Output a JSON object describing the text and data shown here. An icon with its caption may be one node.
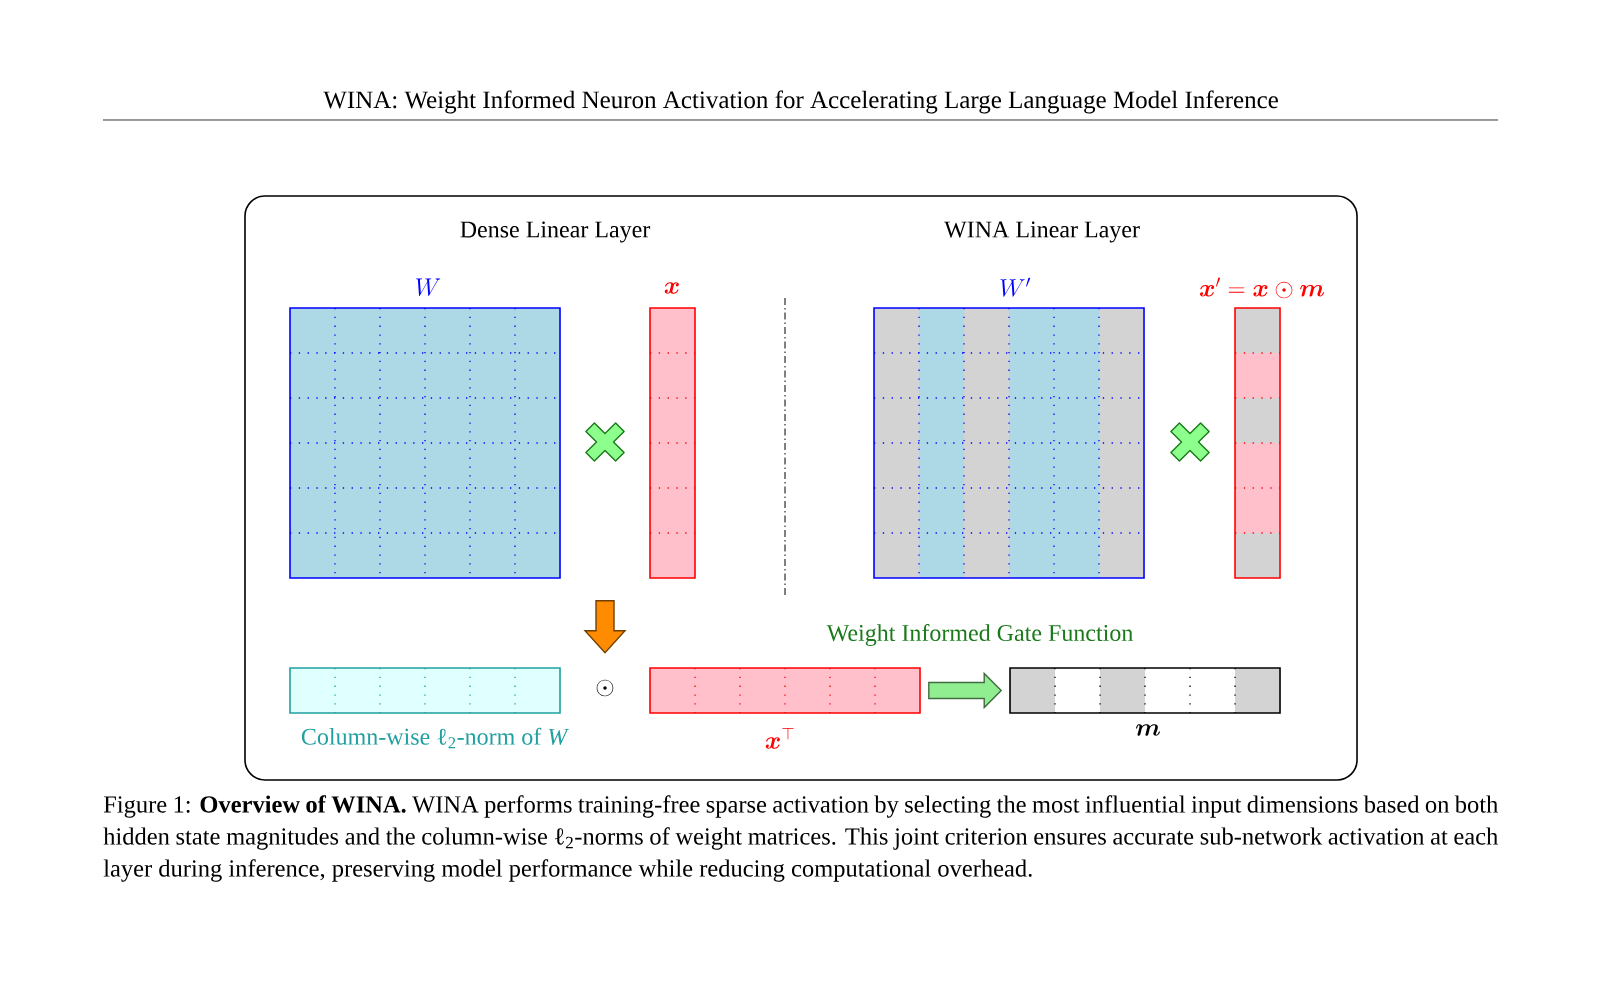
{
  "diagram": {
    "title": "WINA: Weight Informed Neuron Activation for Accelerating Large Language Model Inference",
    "caption": "Figure 1: **Overview of WINA.** WINA performs training-free sparse activation by selecting the most influential input dimensions based on both hidden state magnitudes and the column-wise ℓ$_{2}$-norms of weight matrices. This joint criterion ensures accurate sub-network activation at each layer during inference, preserving model performance while reducing computational overhead.",
    "nodes": [
      {
        "text": [
          "W"
        ]
      },
      {
        "text": [
          "\\boldsymbol{x}"
        ]
      },
      {
        "text": [
          "W'"
        ]
      },
      {
        "text": [
          "\\boldsymbol{x}' = \\boldsymbol{x} \\odot \\boldsymbol{m}"
        ]
      },
      {
        "text": [
          "Column-wise ℓ$_{2}$-norm of *W*"
        ]
      },
      {
        "text": [
          "\\odot"
        ]
      },
      {
        "text": [
          "\\boldsymbol{x}^\\top"
        ]
      },
      {
        "text": [
          "\\boldsymbol{m}"
        ]
      }
    ],
    "edges": [
      {
        "from": null,
        "to": 5,
        "arrow": "to",
        "style": "thick",
        "color": "#ff8c00"
      },
      {
        "from": 6,
        "to": 7,
        "arrow": "to",
        "label": "Weight Informed Gate Function",
        "style": "thick",
        "color": "#90ee90"
      }
    ],
    "labels": [
      "Dense Linear Layer",
      "WINA Linear Layer"
    ]
  }
}
